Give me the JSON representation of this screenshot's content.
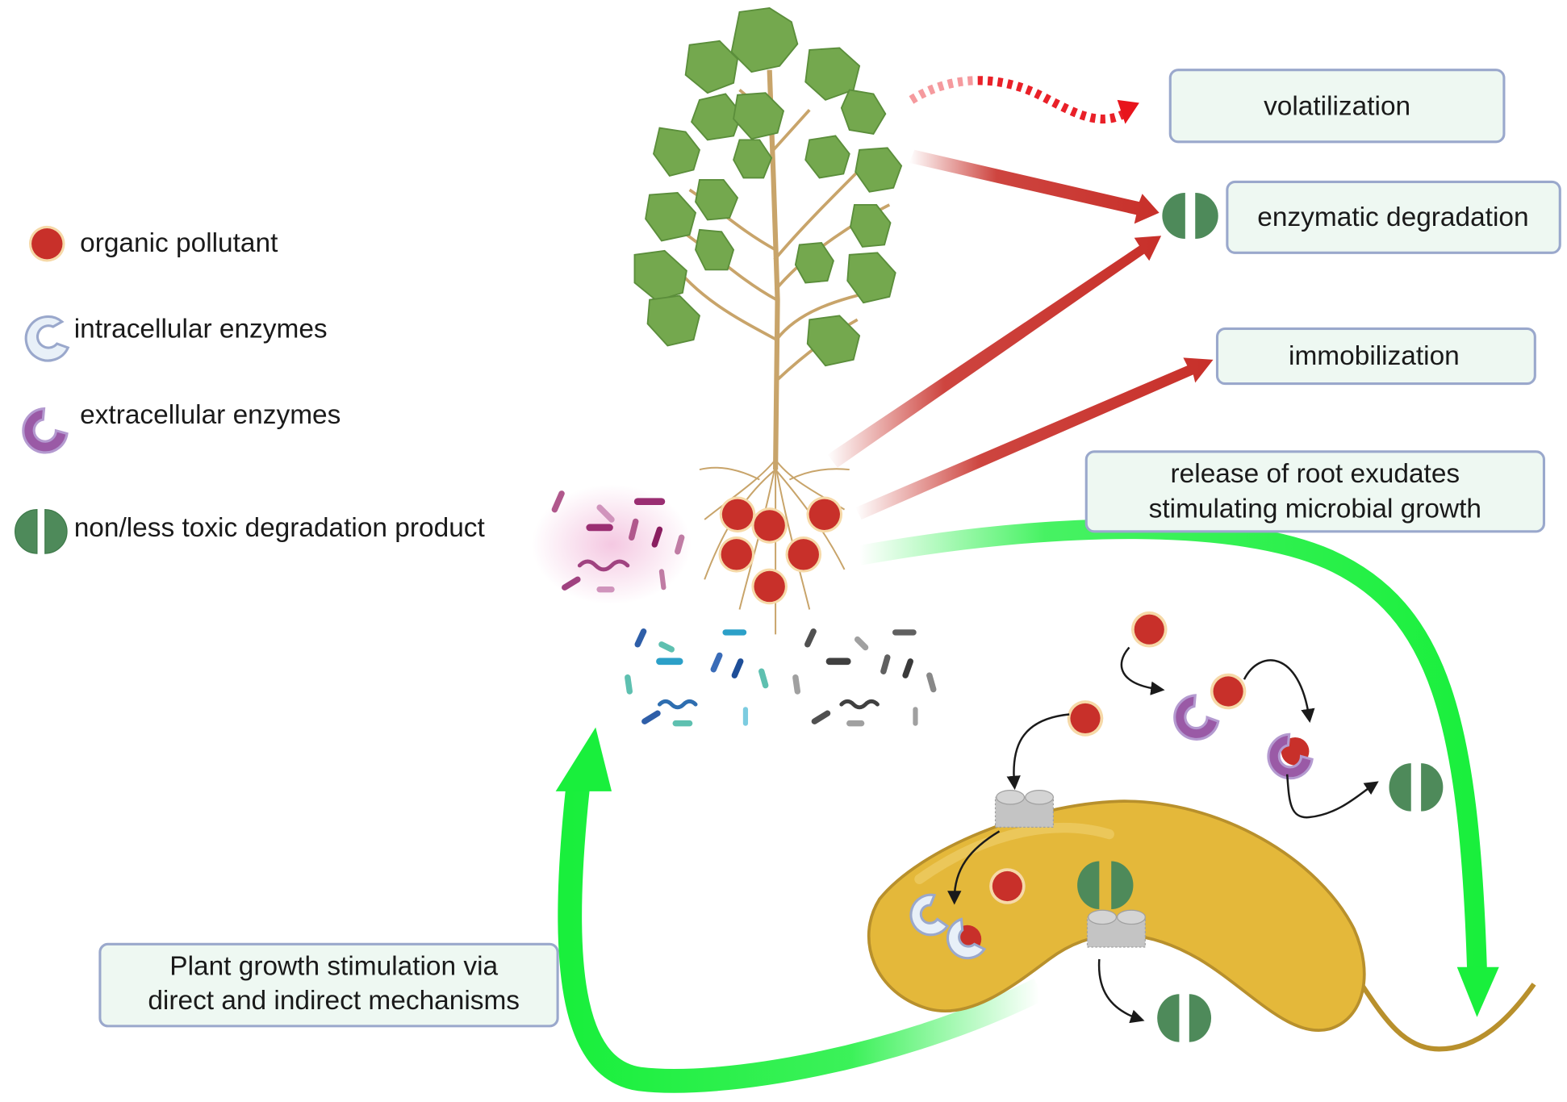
{
  "legend": {
    "items": [
      {
        "icon": "organic-pollutant-icon",
        "label": "organic pollutant"
      },
      {
        "icon": "intracellular-enzyme-icon",
        "label": "intracellular enzymes"
      },
      {
        "icon": "extracellular-enzyme-icon",
        "label": "extracellular enzymes"
      },
      {
        "icon": "degradation-product-icon",
        "label": "non/less toxic degradation product"
      }
    ]
  },
  "outcomes": {
    "volatilization": "volatilization",
    "enzymatic_degradation": "enzymatic degradation",
    "immobilization": "immobilization"
  },
  "root_exudates": {
    "line1": "release of root exudates",
    "line2": "stimulating microbial growth"
  },
  "plant_growth": {
    "line1": "Plant growth stimulation via",
    "line2": "direct and indirect mechanisms"
  },
  "colors": {
    "pollutant": "#c8302a",
    "pollutant_rim": "#f6d9a8",
    "product": "#4e8a5a",
    "intracellular_enzyme": "#e8f0f8",
    "extracellular_enzyme": "#9a5aa6",
    "bacterium": "#e4b83a",
    "red_arrow": "#c8302a",
    "green_arrow": "#19ef3c",
    "box_fill": "#eef8f2",
    "box_border": "#9aa8cc"
  }
}
